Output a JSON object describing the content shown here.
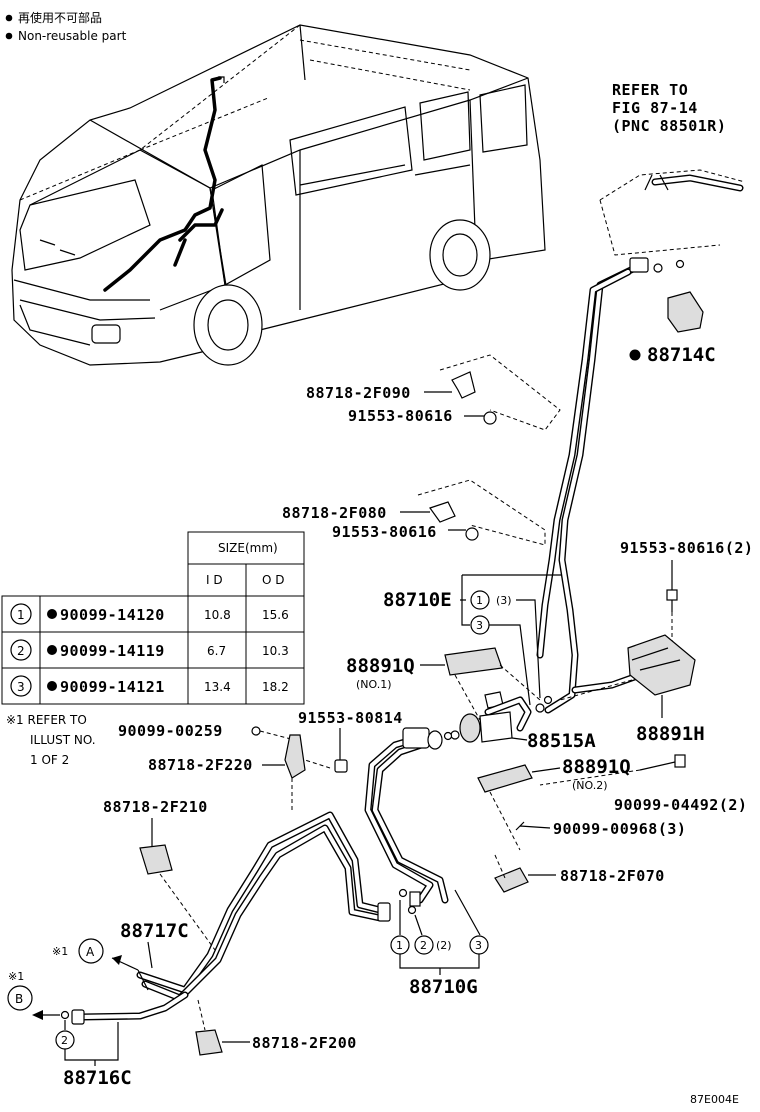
{
  "legend": {
    "line1": "再使用不可部品",
    "line2": "Non-reusable part"
  },
  "refer": {
    "line1": "REFER TO",
    "line2": "FIG 87-14",
    "line3": "(PNC 88501R)"
  },
  "labels": {
    "p88714C": "88714C",
    "p88718_2F090": "88718-2F090",
    "p91553_80616_a": "91553-80616",
    "p88718_2F080": "88718-2F080",
    "p91553_80616_b": "91553-80616",
    "p91553_80616_2": "91553-80616(2)",
    "p88710E": "88710E",
    "p88710E_sub": "(3)",
    "p88891Q_1": "88891Q",
    "p88891Q_1_sub": "(NO.1)",
    "p88891H": "88891H",
    "p88515A": "88515A",
    "p88891Q_2": "88891Q",
    "p88891Q_2_sub": "(NO.2)",
    "p90099_00259": "90099-00259",
    "p91553_80814": "91553-80814",
    "p88718_2F220": "88718-2F220",
    "p90099_04492": "90099-04492(2)",
    "p88718_2F210": "88718-2F210",
    "p90099_00968": "90099-00968(3)",
    "p88718_2F070": "88718-2F070",
    "p88717C": "88717C",
    "p88710G": "88710G",
    "p88710G_sub": "(2)",
    "p88718_2F200": "88718-2F200",
    "p88716C": "88716C",
    "fig_code": "87E004E"
  },
  "refs": {
    "note_mark": "※1",
    "A": "A",
    "B": "B",
    "n1": "1",
    "n2": "2",
    "n3": "3"
  },
  "size_table": {
    "header": "SIZE(mm)",
    "col_id": "I D",
    "col_od": "O D",
    "rows": [
      {
        "num": "1",
        "part": "90099-14120",
        "id": "10.8",
        "od": "15.6"
      },
      {
        "num": "2",
        "part": "90099-14119",
        "id": "6.7",
        "od": "10.3"
      },
      {
        "num": "3",
        "part": "90099-14121",
        "id": "13.4",
        "od": "18.2"
      }
    ]
  },
  "note": {
    "line1": "※1 REFER TO",
    "line2": "ILLUST NO.",
    "line3": "1 OF 2"
  }
}
